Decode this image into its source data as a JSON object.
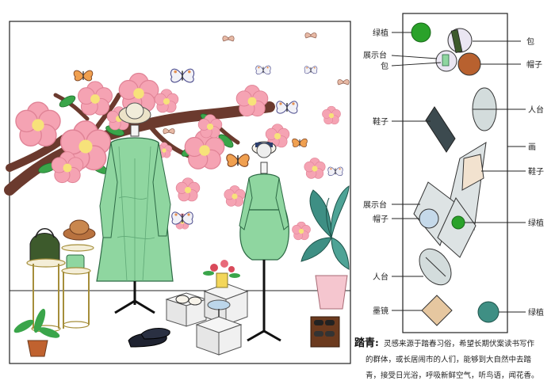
{
  "plan": {
    "labels_left": {
      "plant": "绿植",
      "display_stand": "展示台",
      "bag": "包",
      "shoes": "鞋子",
      "display_stand_2": "展示台",
      "hat": "帽子",
      "mannequin": "人台",
      "sunglasses": "墨镜"
    },
    "labels_right": {
      "bag": "包",
      "hat": "帽子",
      "mannequin": "人台",
      "painting": "画",
      "shoes": "鞋子",
      "plant": "绿植",
      "plant_2": "绿植"
    }
  },
  "caption": {
    "title": "踏青:",
    "line1": "灵感来源于踏春习俗，希望长期伏案读书写作",
    "line2": "的群体，或长居闹市的人们，能够到大自然中去踏",
    "line3": "青，接受日光浴，呼吸新鲜空气，听鸟语，闻花香。"
  },
  "colors": {
    "dress_green": "#8fd6a0",
    "blossom_pink": "#f5a3b3",
    "branch_brown": "#6b3a2e",
    "plan_plant_green": "#2aa22a",
    "plan_hat_brown": "#b8612f",
    "plan_sunglass_tan": "#e6c7a0",
    "plan_teal": "#3f8f84"
  }
}
